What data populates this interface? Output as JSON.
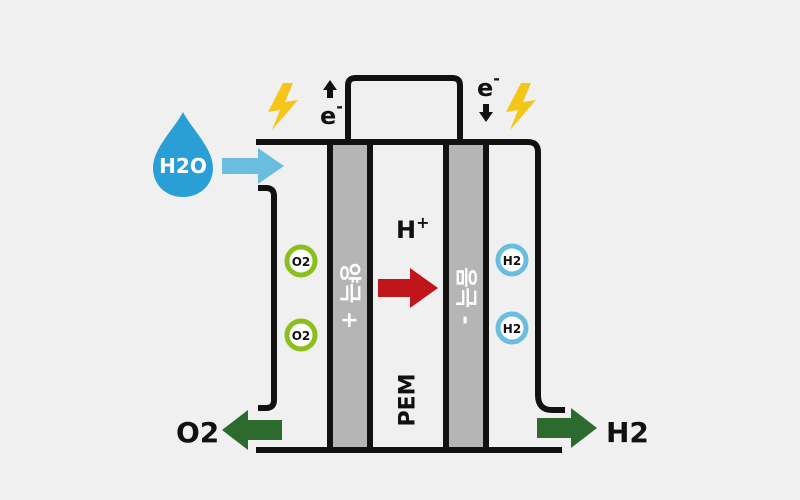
{
  "title": "PEM water electrolysis diagram",
  "input": {
    "molecule": "H2O",
    "text": "H2O",
    "color": "#2a9fd6",
    "arrow_color": "#6bbde0"
  },
  "electrodes": {
    "anode": {
      "label": "양극 +",
      "color": "#b5b5b5"
    },
    "cathode": {
      "label": "음극 -",
      "color": "#b5b5b5"
    }
  },
  "membrane": {
    "label": "PEM"
  },
  "proton": {
    "label": "H",
    "superscript": "+",
    "arrow_color": "#c0161b"
  },
  "electrons": {
    "left": {
      "label": "e",
      "superscript": "-",
      "direction": "up"
    },
    "right": {
      "label": "e",
      "superscript": "-",
      "direction": "down"
    }
  },
  "lightning_color": "#f5c518",
  "anode_bubbles": {
    "text": "O2",
    "count": 2,
    "ring_color": "#8cbf1e"
  },
  "cathode_bubbles": {
    "text": "H2",
    "count": 2,
    "ring_color": "#6bbde0"
  },
  "outputs": {
    "left": {
      "text": "O2",
      "arrow_color": "#2d6a2e"
    },
    "right": {
      "text": "H2",
      "arrow_color": "#2d6a2e"
    }
  }
}
